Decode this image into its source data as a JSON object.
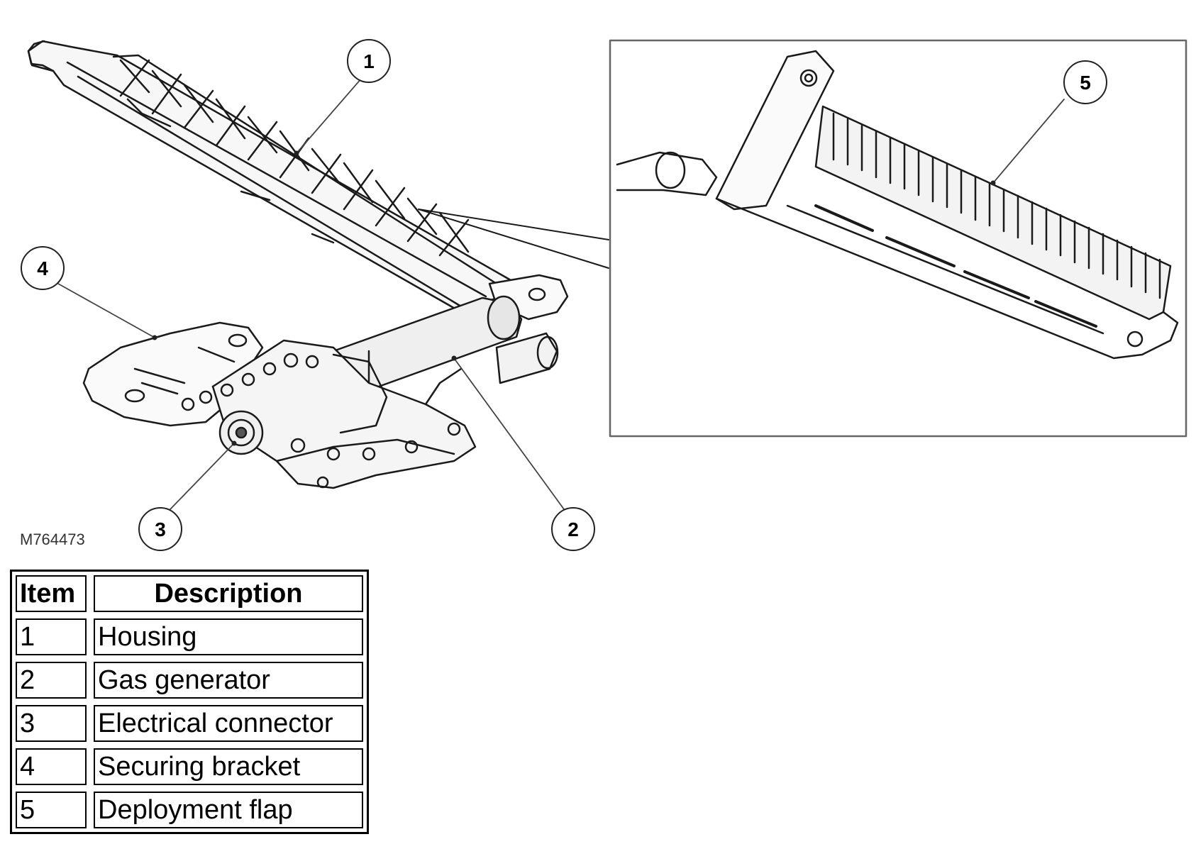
{
  "figure_id": "M764473",
  "callouts": [
    "1",
    "2",
    "3",
    "4",
    "5"
  ],
  "legend": {
    "headers": {
      "item": "Item",
      "description": "Description"
    },
    "rows": [
      {
        "item": "1",
        "description": "Housing"
      },
      {
        "item": "2",
        "description": "Gas generator"
      },
      {
        "item": "3",
        "description": "Electrical connector"
      },
      {
        "item": "4",
        "description": "Securing bracket"
      },
      {
        "item": "5",
        "description": "Deployment flap"
      }
    ]
  }
}
